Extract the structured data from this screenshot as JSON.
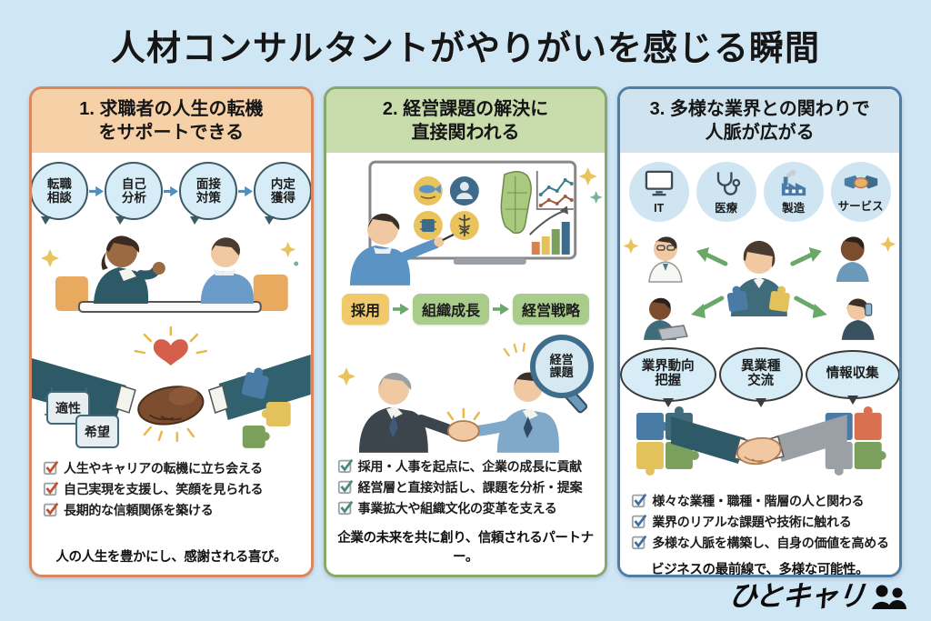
{
  "title": "人材コンサルタントがやりがいを感じる瞬間",
  "brand": {
    "name": "ひとキャリ"
  },
  "colors": {
    "background": "#cfe6f5",
    "panel1_border": "#d8875f",
    "panel1_header": "#f6d0a7",
    "panel1_check": "#c0512f",
    "panel2_border": "#86a96e",
    "panel2_header": "#c9dcac",
    "panel2_check": "#47897c",
    "panel3_border": "#4d7ea8",
    "panel3_header": "#cfe4ef",
    "panel3_check": "#3f6f9f"
  },
  "panel1": {
    "title": "1. 求職者の人生の転機\nをサポートできる",
    "flow": [
      "転職\n相談",
      "自己\n分析",
      "面接\n対策",
      "内定\n獲得"
    ],
    "chip1": "適性",
    "chip2": "希望",
    "checklist": [
      "人生やキャリアの転機に立ち会える",
      "自己実現を支援し、笑顔を見られる",
      "長期的な信頼関係を築ける"
    ],
    "footer": "人の人生を豊かにし、感謝される喜び。"
  },
  "panel2": {
    "title": "2. 経営課題の解決に\n直接関われる",
    "flow": [
      "採用",
      "組織成長",
      "経営戦略"
    ],
    "magnifier": "経営\n課題",
    "checklist": [
      "採用・人事を起点に、企業の成長に貢献",
      "経営層と直接対話し、課題を分析・提案",
      "事業拡大や組織文化の変革を支える"
    ],
    "footer": "企業の未来を共に創り、信頼されるパートナー。"
  },
  "panel3": {
    "title": "3. 多様な業界との関わりで\n人脈が広がる",
    "industries": [
      "IT",
      "医療",
      "製造",
      "サービス"
    ],
    "bubbles": [
      "業界動向\n把握",
      "異業種\n交流",
      "情報収集"
    ],
    "checklist": [
      "様々な業種・職種・階層の人と関わる",
      "業界のリアルな課題や技術に触れる",
      "多様な人脈を構築し、自身の価値を高める"
    ],
    "footer": "ビジネスの最前線で、多様な可能性。"
  }
}
